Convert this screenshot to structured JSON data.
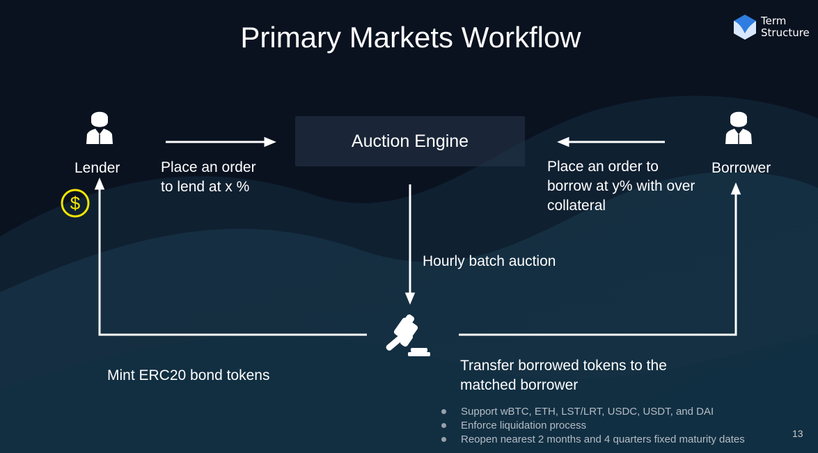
{
  "title": "Primary Markets Workflow",
  "logo": {
    "line1": "Term",
    "line2": "Structure"
  },
  "lender": {
    "label": "Lender",
    "order": [
      "Place an order",
      "to lend at x %"
    ]
  },
  "borrower": {
    "label": "Borrower",
    "order": [
      "Place an order to",
      "borrow at y% with over",
      "collateral"
    ]
  },
  "engine": "Auction Engine",
  "hourly": "Hourly batch auction",
  "mint": "Mint ERC20 bond tokens",
  "transfer": [
    "Transfer borrowed tokens to the",
    "matched borrower"
  ],
  "bullets": [
    "Support wBTC, ETH, LST/LRT, USDC, USDT, and DAI",
    "Enforce liquidation process",
    "Reopen nearest 2 months and 4 quarters fixed maturity dates"
  ],
  "page_number": "13",
  "colors": {
    "background": "#0a1220",
    "dollar": "#f2e600"
  }
}
